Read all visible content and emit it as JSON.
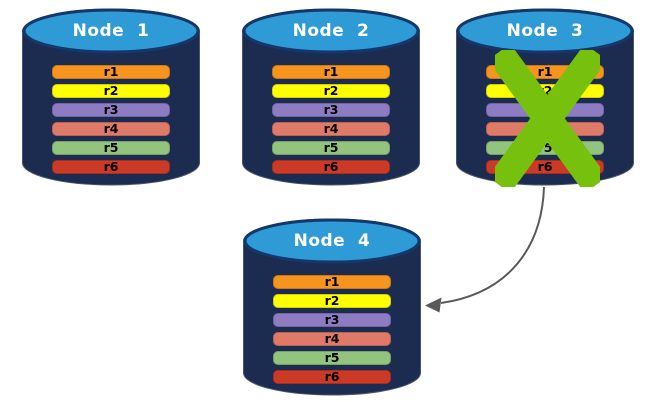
{
  "nodes": [
    {
      "id": "node-1",
      "label": "Node  1",
      "status": "ok"
    },
    {
      "id": "node-2",
      "label": "Node  2",
      "status": "ok"
    },
    {
      "id": "node-3",
      "label": "Node  3",
      "status": "failed"
    },
    {
      "id": "node-4",
      "label": "Node  4",
      "status": "ok"
    }
  ],
  "replicas": [
    {
      "label": "r1",
      "color": "#F7941D"
    },
    {
      "label": "r2",
      "color": "#FFFF00"
    },
    {
      "label": "r3",
      "color": "#8E7CC3"
    },
    {
      "label": "r4",
      "color": "#E07A68"
    },
    {
      "label": "r5",
      "color": "#93C47D"
    },
    {
      "label": "r6",
      "color": "#CB3927"
    }
  ],
  "colors": {
    "cylinder_body": "#1C2C50",
    "cylinder_edge": "#4A5470",
    "cylinder_top": "#2E9BD6",
    "cylinder_top_stroke": "#14386B",
    "failure_cross": "#77C00E",
    "arrow": "#595959",
    "node_label_text": "#FFFFFF",
    "bar_text": "#000000",
    "background": "#FFFFFF"
  },
  "arrow": {
    "from": "node-3",
    "to": "node-4"
  }
}
